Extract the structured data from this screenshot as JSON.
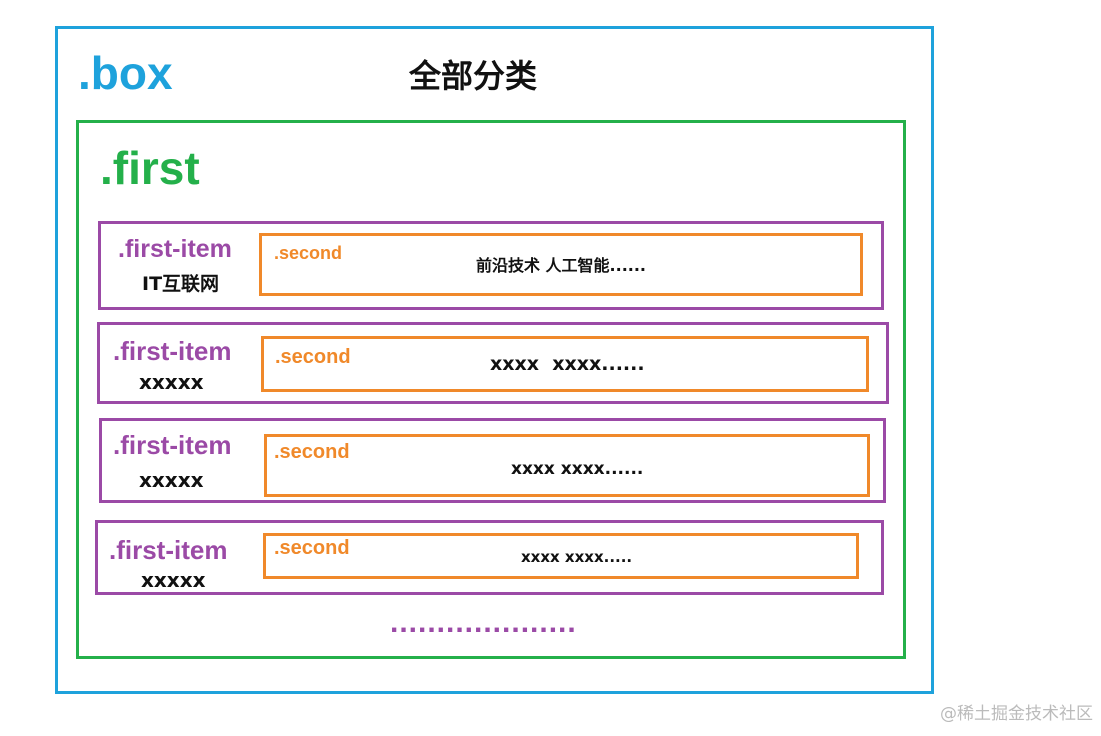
{
  "box": {
    "label": ".box",
    "title": "全部分类"
  },
  "first": {
    "label": ".first",
    "items": [
      {
        "label": ".first-item",
        "name": "IT互联网",
        "second_label": ".second",
        "second_content": "前沿技术 人工智能......"
      },
      {
        "label": ".first-item",
        "name": "xxxxx",
        "second_label": ".second",
        "second_content": "xxxx  xxxx......"
      },
      {
        "label": ".first-item",
        "name": "xxxxx",
        "second_label": ".second",
        "second_content": "xxxx xxxx......"
      },
      {
        "label": ".first-item",
        "name": "xxxxx",
        "second_label": ".second",
        "second_content": "xxxx xxxx....."
      }
    ],
    "more": "...................."
  },
  "watermark": "@稀土掘金技术社区",
  "colors": {
    "box": "#1ea2dc",
    "first": "#24b04a",
    "first_item": "#9b4aa6",
    "second": "#f0892a"
  }
}
